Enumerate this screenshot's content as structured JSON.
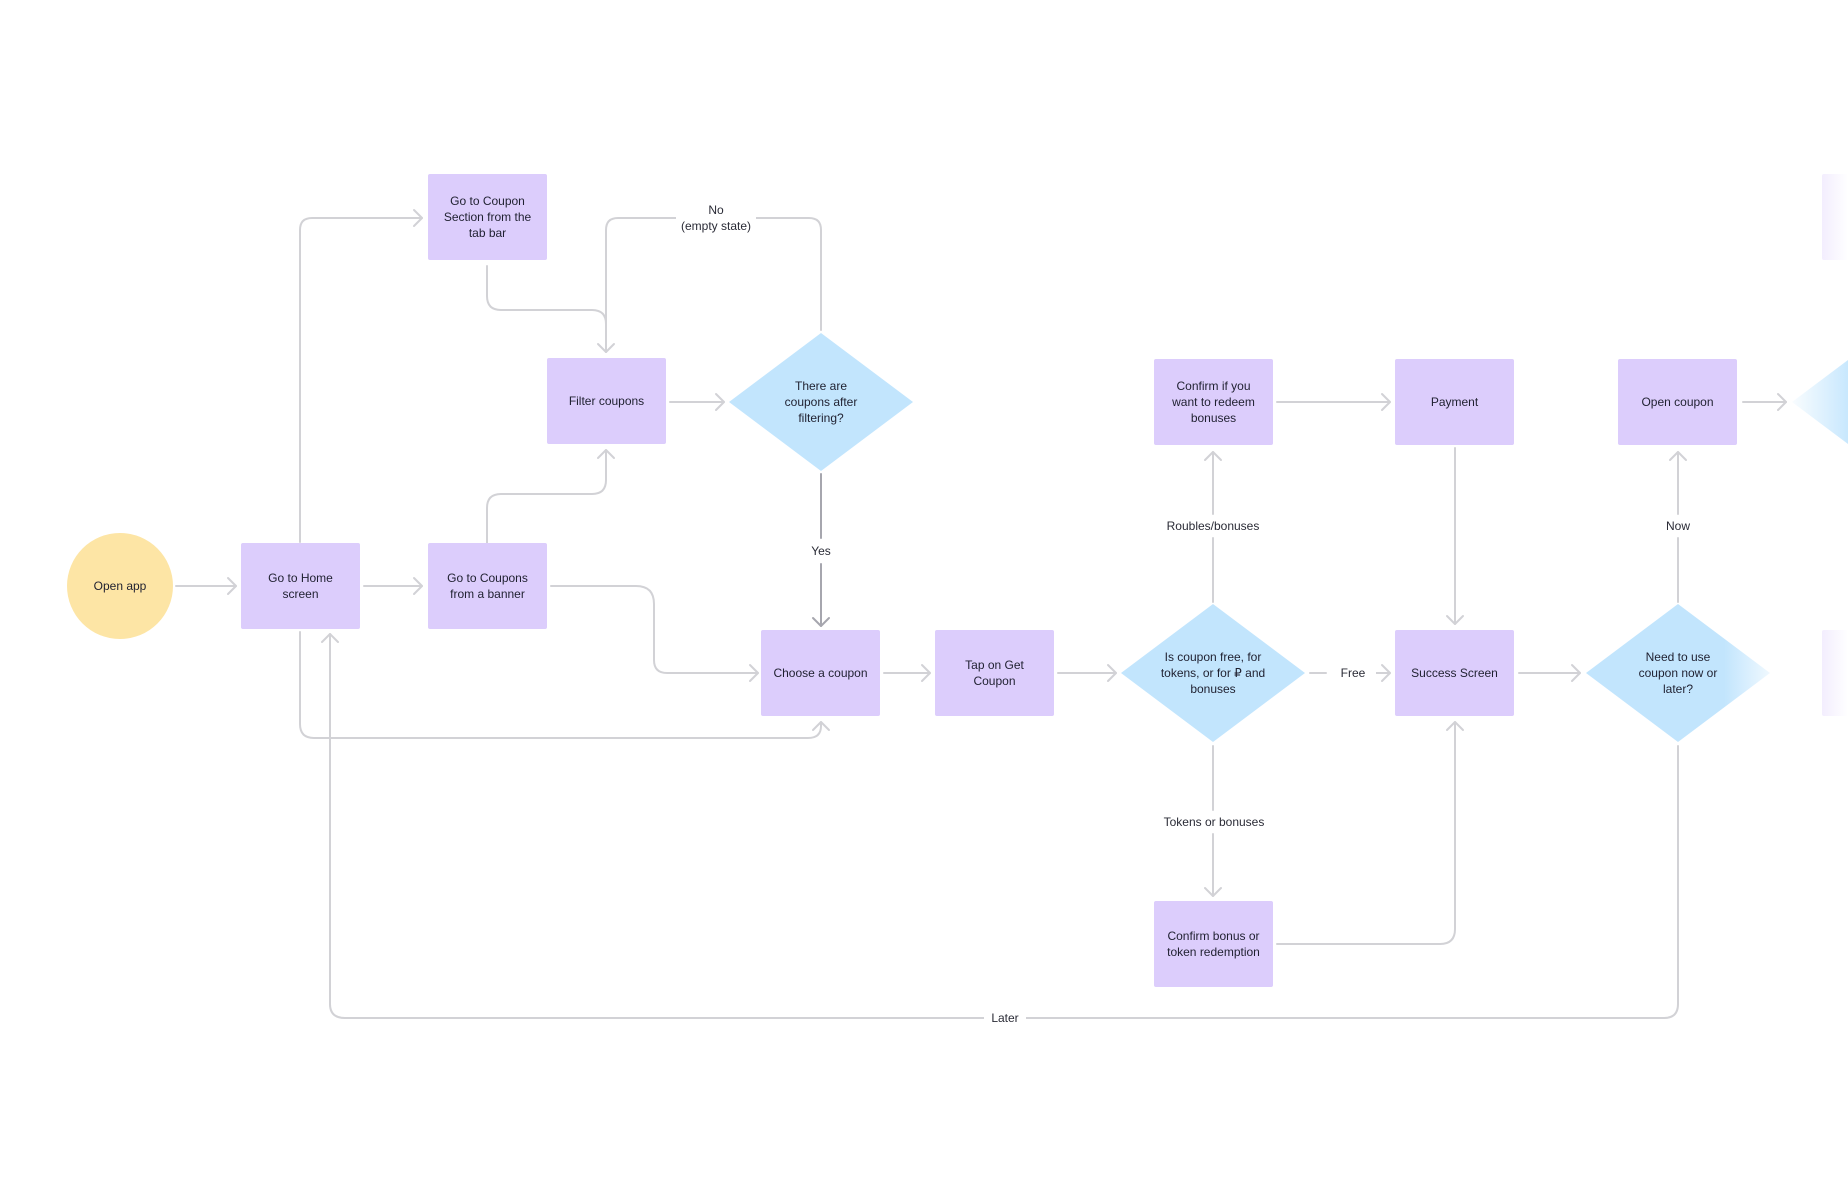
{
  "colors": {
    "process": "#dccdfc",
    "decision": "#c2e5fd",
    "start": "#fde5a5",
    "connector": "#d2d2d6",
    "connector_dark": "#a6a6ae",
    "text": "#1f2030"
  },
  "nodes": {
    "open_app": "Open app",
    "home_screen": "Go to Home screen",
    "coupon_section": "Go to Coupon Section from the tab bar",
    "coupons_banner": "Go to Coupons from a banner",
    "filter_coupons": "Filter coupons",
    "coupons_after_filter": "There are coupons after filtering?",
    "choose_coupon": "Choose a coupon",
    "tap_get_coupon": "Tap on Get Coupon",
    "is_coupon_free": "Is coupon free, for tokens, or for ₽ and bonuses",
    "confirm_redeem": "Confirm if you want to redeem bonuses",
    "payment": "Payment",
    "success_screen": "Success Screen",
    "confirm_bonus": "Confirm bonus or token redemption",
    "need_now_later": "Need to use coupon now or later?",
    "open_coupon": "Open coupon"
  },
  "labels": {
    "no_empty": "No\n(empty state)",
    "yes": "Yes",
    "roubles_bonuses": "Roubles/bonuses",
    "free": "Free",
    "tokens_bonuses": "Tokens or bonuses",
    "now": "Now",
    "later": "Later"
  }
}
